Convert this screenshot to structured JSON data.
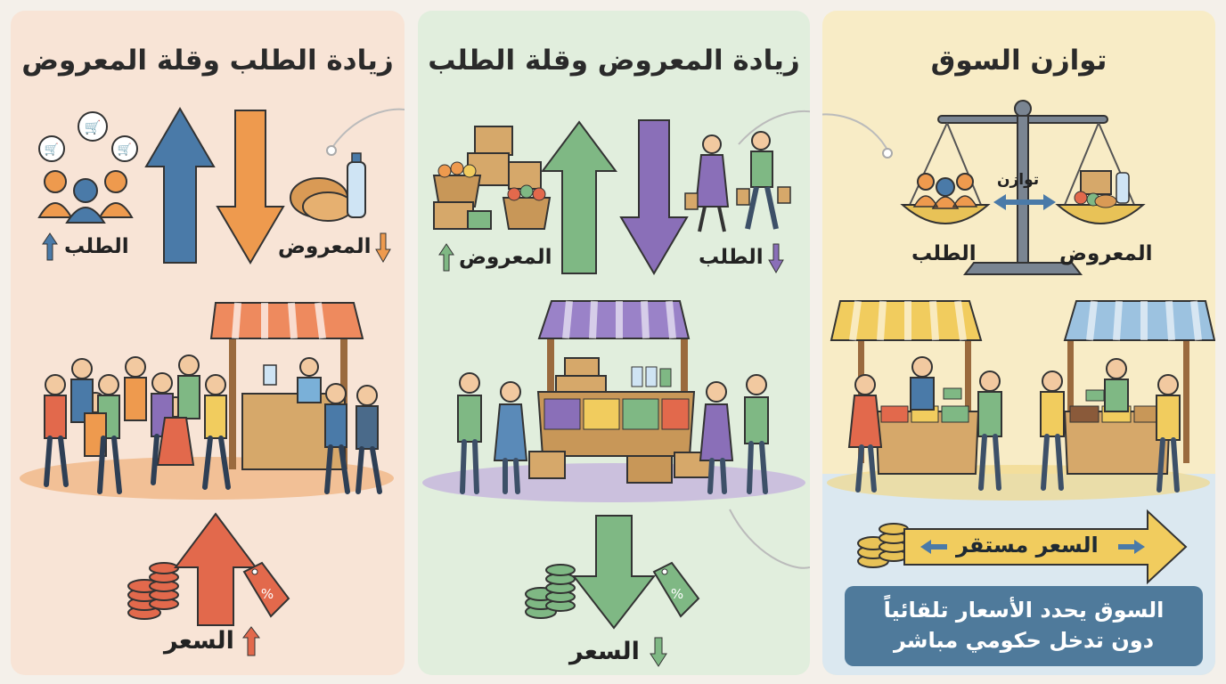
{
  "panels": {
    "p1": {
      "title": "زيادة الطلب وقلة المعروض",
      "demand": "الطلب",
      "supply": "المعروض",
      "price": "السعر"
    },
    "p2": {
      "title": "زيادة المعروض وقلة الطلب",
      "supply": "المعروض",
      "demand": "الطلب",
      "price": "السعر"
    },
    "p3": {
      "title": "توازن السوق",
      "balance": "توازن",
      "demand": "الطلب",
      "supply": "المعروض",
      "price_stable": "السعر مستقر",
      "note_line1": "السوق يحدد الأسعار تلقائياً",
      "note_line2": "دون تدخل حكومي مباشر"
    }
  },
  "colors": {
    "p1_bg": "#f8e4d6",
    "p2_bg": "#e1eedd",
    "p3_bg": "#f8ecc6",
    "blue_arrow": "#4a7aa8",
    "orange_arrow": "#ee9a4e",
    "green_arrow": "#7fb884",
    "purple_arrow": "#8a6fb8",
    "red_arrow": "#e2694c",
    "gold_arrow": "#f1cc5e",
    "note_bg": "#4f7a9b"
  }
}
